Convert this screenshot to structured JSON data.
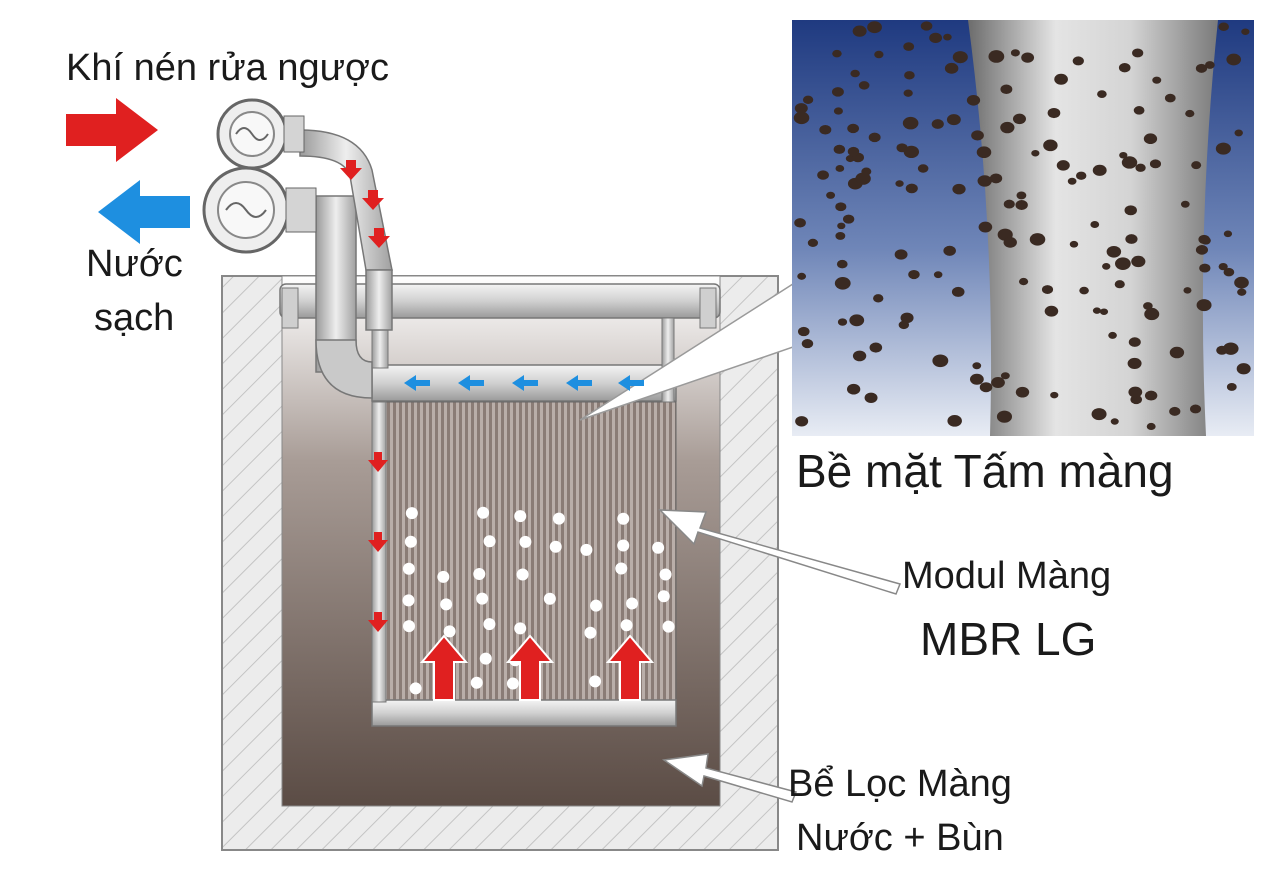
{
  "labels": {
    "air_backwash": "Khí nén rửa ngược",
    "clean_water_line1": "Nước",
    "clean_water_line2": "sạch",
    "membrane_surface": "Bề mặt Tấm màng",
    "module_line1": "Modul Màng",
    "module_line2": "MBR LG",
    "tank_line1": "Bể Lọc Màng",
    "tank_line2": "Nước + Bùn"
  },
  "colors": {
    "air_arrow": "#e02020",
    "water_arrow": "#1e8fe0",
    "sludge": "#5b4c45",
    "concrete": "#ececec",
    "pipe": "#d6d6d6",
    "zoom_background": "#1f3a80"
  },
  "icons": [
    "air-inflow-arrow-icon",
    "clean-water-outflow-arrow-icon",
    "valve-icon",
    "pump-icon",
    "bubble-icon"
  ]
}
